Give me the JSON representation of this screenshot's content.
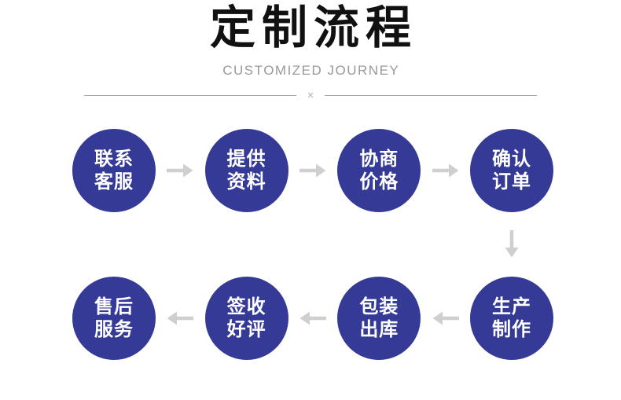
{
  "header": {
    "title": "定制流程",
    "subtitle": "CUSTOMIZED JOURNEY",
    "divider_mark": "×"
  },
  "colors": {
    "background": "#ffffff",
    "circle_fill": "#343a96",
    "circle_text": "#ffffff",
    "arrow": "#cfcfcf",
    "title_text": "#111111",
    "subtitle_text": "#999999",
    "divider_line": "#a8a8a8"
  },
  "flow": {
    "row1": {
      "direction": "left-to-right",
      "steps": [
        {
          "line1": "联系",
          "line2": "客服"
        },
        {
          "line1": "提供",
          "line2": "资料"
        },
        {
          "line1": "协商",
          "line2": "价格"
        },
        {
          "line1": "确认",
          "line2": "订单"
        }
      ]
    },
    "connector_direction": "down",
    "row2": {
      "direction": "right-to-left",
      "steps": [
        {
          "line1": "售后",
          "line2": "服务"
        },
        {
          "line1": "签收",
          "line2": "好评"
        },
        {
          "line1": "包装",
          "line2": "出库"
        },
        {
          "line1": "生产",
          "line2": "制作"
        }
      ]
    }
  }
}
